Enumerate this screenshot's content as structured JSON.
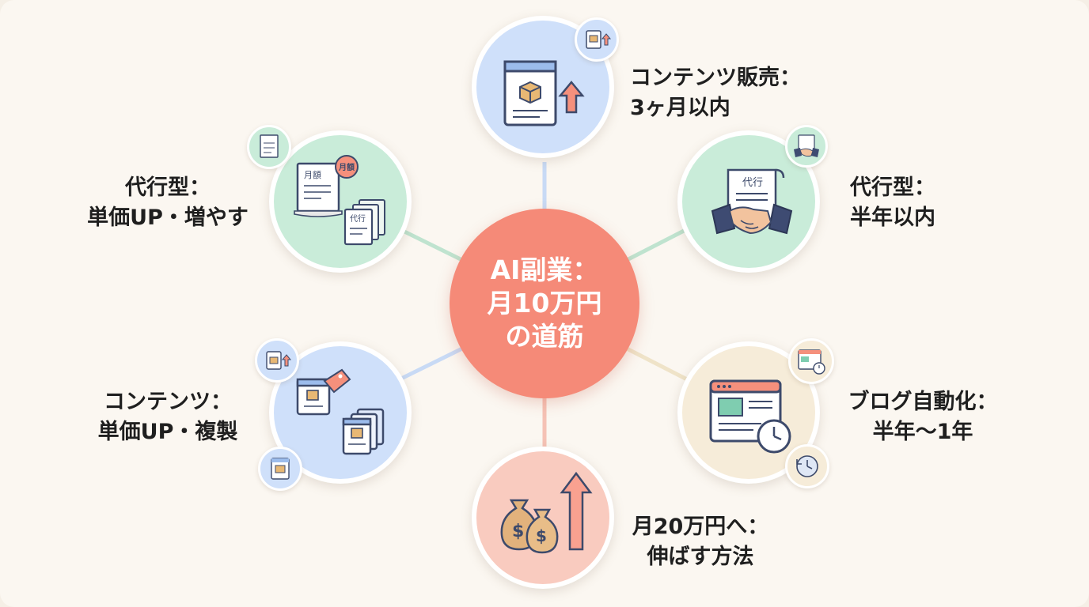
{
  "center": {
    "lines": [
      "AI副業：",
      "月10万円",
      "の道筋"
    ]
  },
  "nodes": {
    "content_sales": {
      "lines": [
        "コンテンツ販売：",
        "3ヶ月以内"
      ],
      "icon": "package-document-upload-icon"
    },
    "agency_half_year": {
      "lines": [
        "代行型：",
        "半年以内"
      ],
      "icon": "handshake-contract-icon",
      "doc_text": "代行"
    },
    "blog_automation": {
      "lines": [
        "ブログ自動化：",
        "半年〜1年"
      ],
      "icon": "browser-clock-icon"
    },
    "monthly_20man": {
      "lines": [
        "月20万円へ：",
        "伸ばす方法"
      ],
      "icon": "money-bags-arrow-icon"
    },
    "content_price_up": {
      "lines": [
        "コンテンツ：",
        "単価UP・複製"
      ],
      "icon": "content-copies-price-tag-icon"
    },
    "agency_price_up": {
      "lines": [
        "代行型：",
        "単価UP・増やす"
      ],
      "icon": "monthly-contract-documents-icon",
      "doc_text_monthly": "月額",
      "doc_text_agency": "代行"
    }
  },
  "colors": {
    "center": "#f58a78",
    "blue": "#cfe0fa",
    "green": "#c9ecd9",
    "cream": "#f6ecd9",
    "pink": "#f9cbbf",
    "background": "#fbf7f1"
  }
}
